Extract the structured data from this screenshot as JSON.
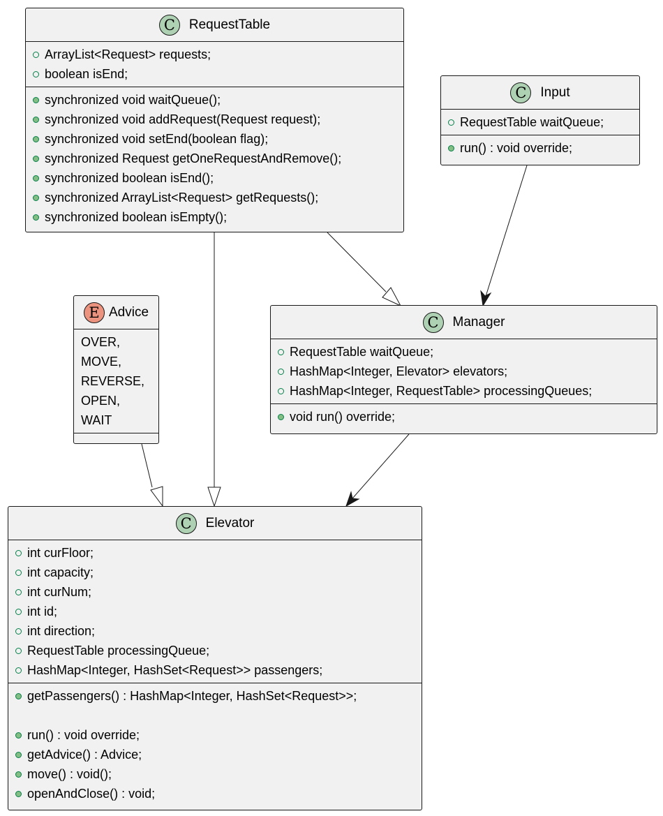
{
  "classes": {
    "request_table": {
      "kind": "C",
      "name": "RequestTable",
      "fields": [
        "ArrayList<Request> requests;",
        "boolean isEnd;"
      ],
      "methods": [
        "synchronized void waitQueue();",
        "synchronized void addRequest(Request request);",
        "synchronized void setEnd(boolean flag);",
        "synchronized Request getOneRequestAndRemove();",
        "synchronized boolean isEnd();",
        "synchronized ArrayList<Request> getRequests();",
        "synchronized boolean isEmpty();"
      ]
    },
    "input": {
      "kind": "C",
      "name": "Input",
      "fields": [
        "RequestTable waitQueue;"
      ],
      "methods": [
        "run() : void override;"
      ]
    },
    "advice": {
      "kind": "E",
      "name": "Advice",
      "constants": [
        "OVER,",
        "MOVE,",
        "REVERSE,",
        "OPEN,",
        "WAIT"
      ]
    },
    "manager": {
      "kind": "C",
      "name": "Manager",
      "fields": [
        "RequestTable waitQueue;",
        "HashMap<Integer, Elevator> elevators;",
        "HashMap<Integer, RequestTable> processingQueues;"
      ],
      "methods": [
        "void run() override;"
      ]
    },
    "elevator": {
      "kind": "C",
      "name": "Elevator",
      "fields": [
        "int curFloor;",
        "int capacity;",
        "int curNum;",
        "int id;",
        "int direction;",
        "RequestTable processingQueue;",
        "HashMap<Integer, HashSet<Request>> passengers;"
      ],
      "methods": [
        "getPassengers() : HashMap<Integer, HashSet<Request>>;",
        "",
        "run() : void override;",
        "getAdvice() : Advice;",
        "move() : void();",
        "openAndClose() : void;"
      ]
    }
  },
  "relations": [
    {
      "from": "RequestTable",
      "to": "Manager",
      "type": "generalization"
    },
    {
      "from": "RequestTable",
      "to": "Elevator",
      "type": "generalization"
    },
    {
      "from": "Advice",
      "to": "Elevator",
      "type": "generalization"
    },
    {
      "from": "Input",
      "to": "Manager",
      "type": "association"
    },
    {
      "from": "Manager",
      "to": "Elevator",
      "type": "association"
    }
  ],
  "colors": {
    "class_badge": "#add1b2",
    "enum_badge": "#eb937f",
    "box_fill": "#f1f1f1",
    "border": "#181818",
    "visibility_public": "#84be84"
  }
}
